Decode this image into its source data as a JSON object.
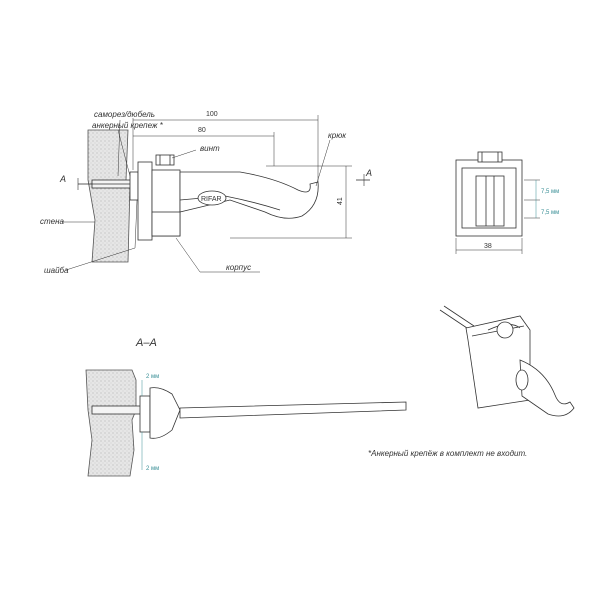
{
  "labels": {
    "screw": "саморез/дюбель",
    "anchor": "анкерный крепеж *",
    "bolt": "винт",
    "hook": "крюк",
    "wall": "стена",
    "washer": "шайба",
    "body": "корпус",
    "section_a_left": "А",
    "section_a_right": "А",
    "section_title": "А–А",
    "logo": "RIFAR"
  },
  "dimensions": {
    "d100": "100",
    "d80": "80",
    "d41": "41",
    "d38": "38",
    "d75a": "7,5 мм",
    "d75b": "7,5 мм",
    "d2a": "2 мм",
    "d2b": "2 мм"
  },
  "note": "*Анкерный крепёж в комплект не входит.",
  "colors": {
    "line": "#333333",
    "accent": "#3a8f96",
    "hatch": "#cfcfcf"
  }
}
